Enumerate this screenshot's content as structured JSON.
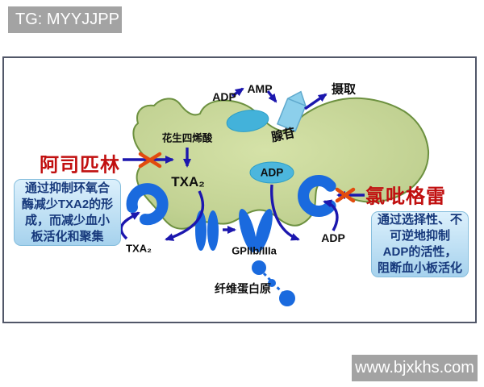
{
  "watermark_top": {
    "label": "TG: MYYJJPP"
  },
  "watermark_bottom": {
    "label": "www.bjxkhs.com"
  },
  "aspirin": {
    "name": "阿司匹林",
    "desc_line1": "通过抑制环氧合",
    "desc_line2": "酶减少TXA2的形",
    "desc_line3": "成，而减少血小",
    "desc_line4": "板活化和聚集"
  },
  "clopidogrel": {
    "name": "氯吡格雷",
    "desc_line1": "通过选择性、不",
    "desc_line2": "可逆地抑制",
    "desc_line3": "ADP的活性，",
    "desc_line4": "阻断血小板活化"
  },
  "labels": {
    "adp_cytosol": "ADP",
    "amp": "AMP",
    "uptake": "摄取",
    "adenosine": "腺苷",
    "arachidonic_acid": "花生四烯酸",
    "txa2_cell": "TXA₂",
    "adp_granule": "ADP",
    "gpiib_iiia": "GPIIb/IIIa",
    "fibrinogen": "纤维蛋白原",
    "txa2_released": "TXA₂",
    "adp_released": "ADP"
  },
  "colors": {
    "arrow_navy": "#1c17ae",
    "receptor_blue": "#1a6ade",
    "vesicle_cyan": "#43b2da",
    "cell_fill": "#c5d596",
    "cell_border": "#6d9140",
    "inhibit_x": "#e24b0e",
    "drug_red": "#c11010",
    "box_text": "#17397c",
    "watermark_bg": "#a3a3a3"
  }
}
